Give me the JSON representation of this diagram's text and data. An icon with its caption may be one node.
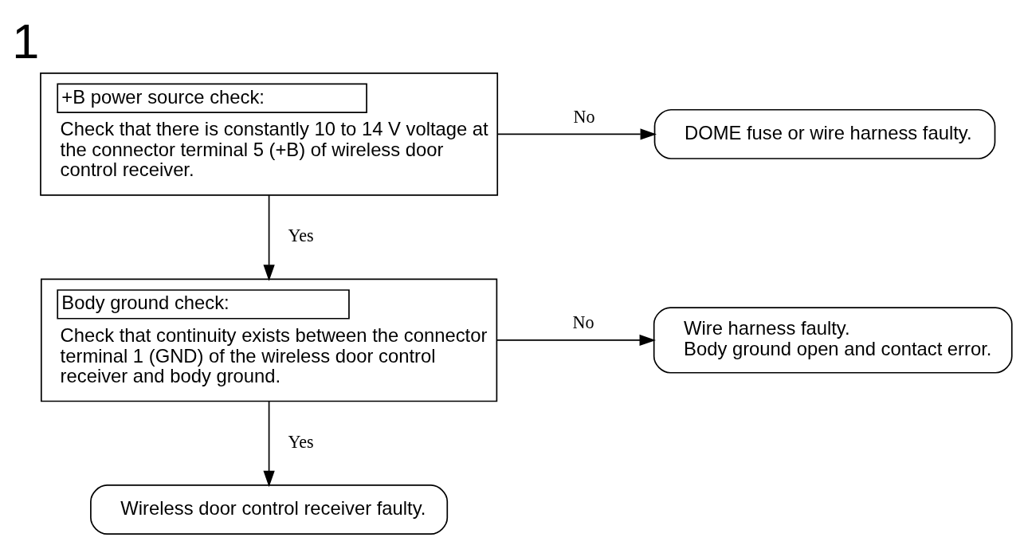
{
  "diagram": {
    "nodes": [
      {
        "text": [
          "+B power source check:",
          "Check that there is constantly 10 to 14 V voltage at the connector terminal 5 (+B) of wireless door control receiver."
        ],
        "beside": [
          "1"
        ]
      },
      {
        "text": [
          "DOME fuse or wire harness faulty."
        ]
      },
      {
        "text": [
          "Body ground check:",
          "Check that continuity exists between the connector terminal 1 (GND) of the wireless door control receiver and body ground."
        ]
      },
      {
        "text": [
          "Wire harness faulty.",
          "Body ground open and contact error."
        ]
      },
      {
        "text": [
          "Wireless door control receiver faulty."
        ]
      }
    ],
    "edges": [
      {
        "from": 0,
        "to": 1,
        "arrow": "to",
        "label": "No"
      },
      {
        "from": 0,
        "to": 2,
        "arrow": "to",
        "label": "Yes"
      },
      {
        "from": 2,
        "to": 3,
        "arrow": "to",
        "label": "No"
      },
      {
        "from": 2,
        "to": 4,
        "arrow": "to",
        "label": "Yes"
      }
    ]
  }
}
